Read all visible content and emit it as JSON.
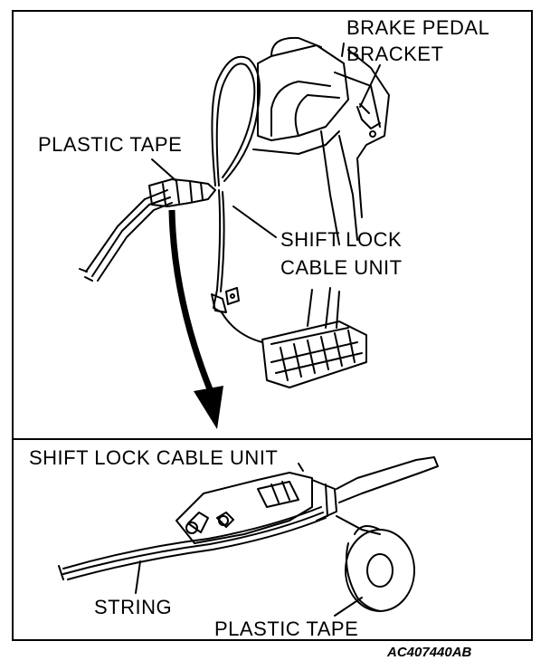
{
  "labels": {
    "brake_pedal_bracket_line1": "BRAKE PEDAL",
    "brake_pedal_bracket_line2": "BRACKET",
    "plastic_tape_top": "PLASTIC TAPE",
    "shift_lock_cable_unit_line1": "SHIFT LOCK",
    "shift_lock_cable_unit_line2": "CABLE UNIT",
    "shift_lock_cable_unit_bottom": "SHIFT LOCK CABLE UNIT",
    "string": "STRING",
    "plastic_tape_bottom": "PLASTIC TAPE"
  },
  "figure_code": "AC407440AB"
}
